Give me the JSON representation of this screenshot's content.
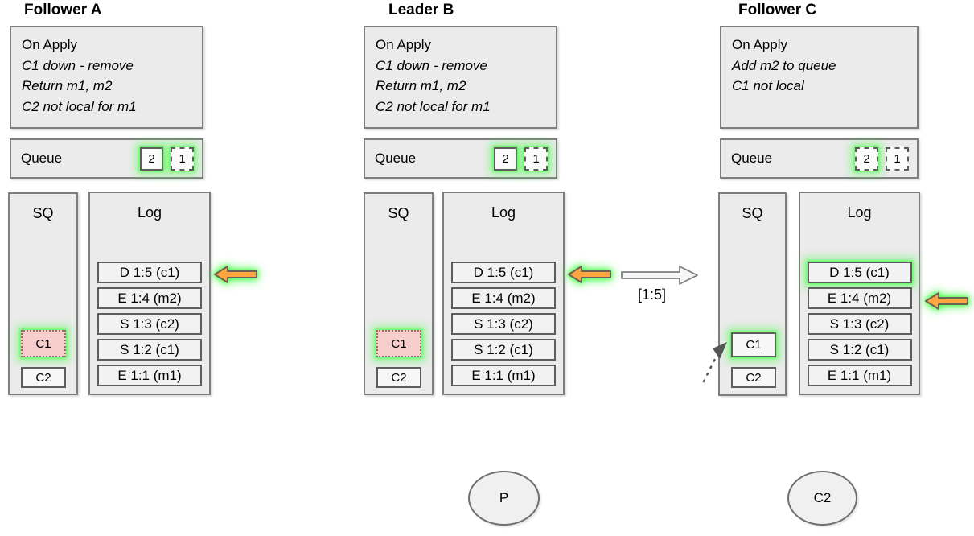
{
  "diagram": {
    "columns": [
      {
        "title": "Follower A",
        "apply": {
          "header": "On Apply",
          "lines": [
            "C1 down - remove",
            "Return m1, m2",
            "C2 not local for m1"
          ]
        },
        "queue": {
          "label": "Queue",
          "items": [
            {
              "value": "2",
              "border": "solid",
              "glow": true
            },
            {
              "value": "1",
              "border": "dashed",
              "glow": true
            }
          ]
        },
        "sq": {
          "label": "SQ",
          "items": [
            {
              "value": "C1",
              "fill": "#f8cecc",
              "border": "dotted",
              "glow": true
            },
            {
              "value": "C2",
              "border": "solid",
              "glow": false
            }
          ]
        },
        "log": {
          "label": "Log",
          "entries": [
            {
              "text": "D 1:5 (c1)",
              "glow": false
            },
            {
              "text": "E 1:4 (m2)",
              "glow": false
            },
            {
              "text": "S 1:3 (c2)",
              "glow": false
            },
            {
              "text": "S 1:2 (c1)",
              "glow": false
            },
            {
              "text": "E 1:1 (m1)",
              "glow": false
            }
          ],
          "pointer": {
            "icon": "orange-left-arrow",
            "target": "D 1:5 (c1)",
            "glow": true
          }
        }
      },
      {
        "title": "Leader B",
        "apply": {
          "header": "On Apply",
          "lines": [
            "C1 down - remove",
            "Return m1, m2",
            "C2 not local for m1"
          ]
        },
        "queue": {
          "label": "Queue",
          "items": [
            {
              "value": "2",
              "border": "solid",
              "glow": true
            },
            {
              "value": "1",
              "border": "dashed",
              "glow": true
            }
          ]
        },
        "sq": {
          "label": "SQ",
          "items": [
            {
              "value": "C1",
              "fill": "#f8cecc",
              "border": "dotted",
              "glow": true
            },
            {
              "value": "C2",
              "border": "solid",
              "glow": false
            }
          ]
        },
        "log": {
          "label": "Log",
          "entries": [
            {
              "text": "D 1:5 (c1)",
              "glow": false
            },
            {
              "text": "E 1:4 (m2)",
              "glow": false
            },
            {
              "text": "S 1:3 (c2)",
              "glow": false
            },
            {
              "text": "S 1:2 (c1)",
              "glow": false
            },
            {
              "text": "E 1:1 (m1)",
              "glow": false
            }
          ],
          "pointer": {
            "icon": "orange-left-arrow",
            "target": "D 1:5 (c1)",
            "glow": true
          }
        }
      },
      {
        "title": "Follower C",
        "apply": {
          "header": "On Apply",
          "lines": [
            "Add m2 to queue",
            "C1 not local"
          ]
        },
        "queue": {
          "label": "Queue",
          "items": [
            {
              "value": "2",
              "border": "dashed",
              "glow": true
            },
            {
              "value": "1",
              "border": "dashed",
              "glow": false
            }
          ]
        },
        "sq": {
          "label": "SQ",
          "items": [
            {
              "value": "C1",
              "fill": "#f7f7f7",
              "border": "solid",
              "glow": true,
              "incoming": "dotted-arrow"
            },
            {
              "value": "C2",
              "border": "solid",
              "glow": false
            }
          ]
        },
        "log": {
          "label": "Log",
          "entries": [
            {
              "text": "D 1:5 (c1)",
              "glow": true
            },
            {
              "text": "E 1:4 (m2)",
              "glow": false
            },
            {
              "text": "S 1:3 (c2)",
              "glow": false
            },
            {
              "text": "S 1:2 (c1)",
              "glow": false
            },
            {
              "text": "E 1:1 (m1)",
              "glow": false
            }
          ],
          "pointer": {
            "icon": "orange-left-arrow",
            "target": "E 1:4 (m2)",
            "glow": true
          }
        }
      }
    ],
    "replication": {
      "label": "[1:5]",
      "icon": "white-right-arrow",
      "from": "Leader B",
      "to": "Follower C"
    },
    "ellipses": [
      {
        "label": "P"
      },
      {
        "label": "C2"
      }
    ],
    "colors": {
      "panel_fill": "#ebebeb",
      "glow_green": "#45ff45",
      "arrow_orange": "#ffa640",
      "sq_c1_pink": "#f8cecc"
    }
  }
}
